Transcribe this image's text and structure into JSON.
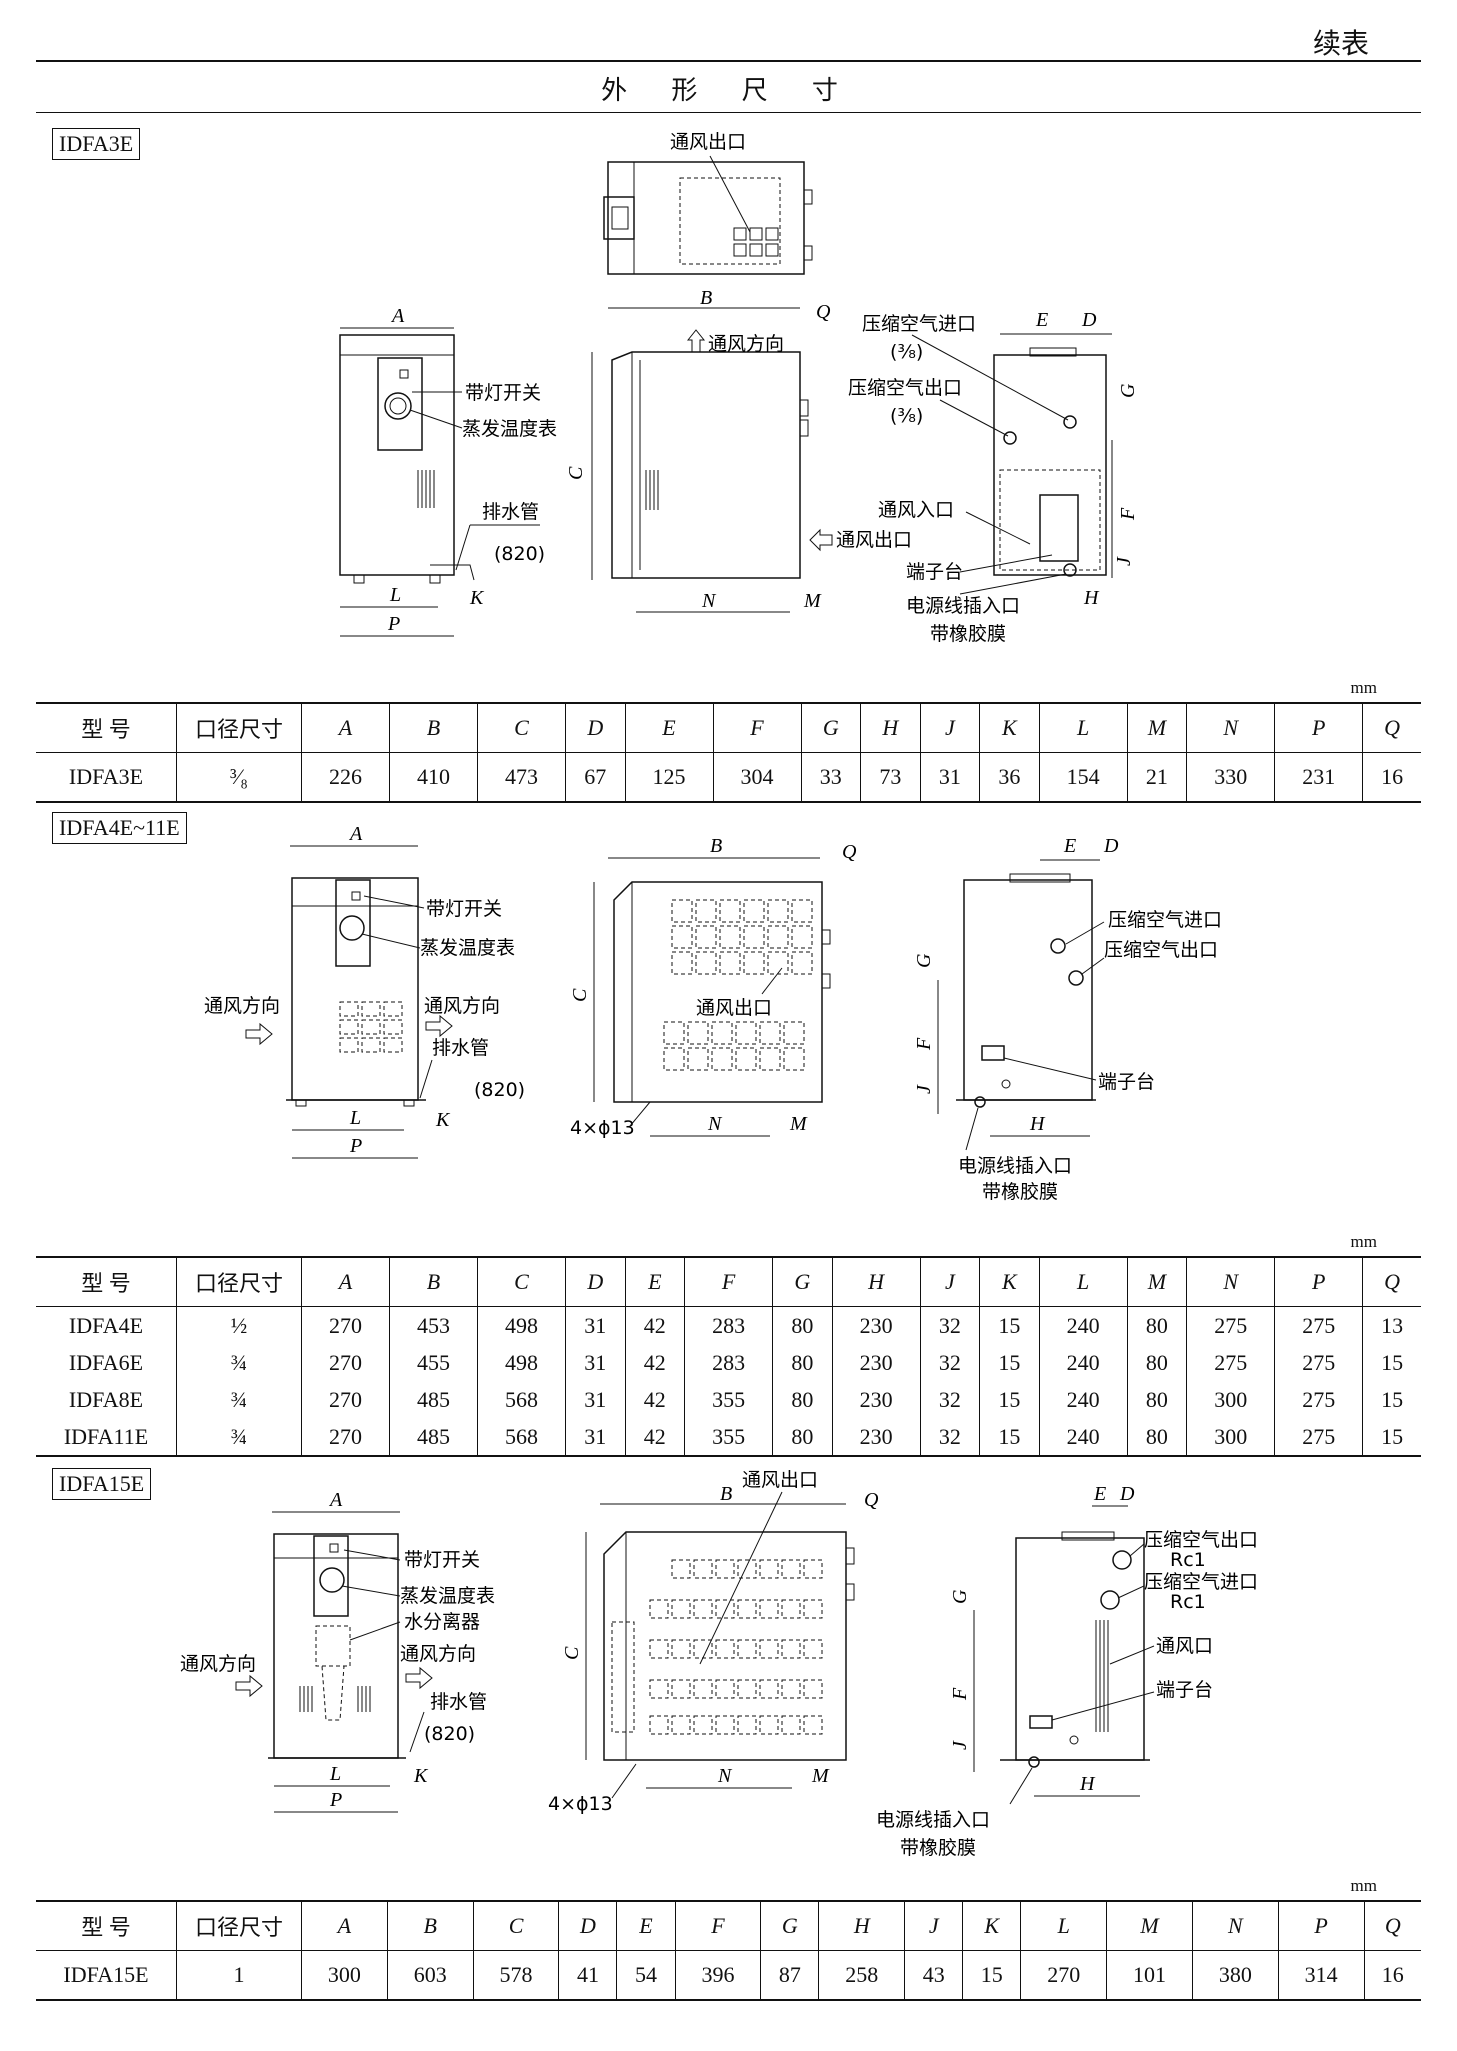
{
  "header": {
    "continued": "续表",
    "section_title": "外 形 尺 寸"
  },
  "unit": "mm",
  "columns": [
    "型 号",
    "口径尺寸",
    "A",
    "B",
    "C",
    "D",
    "E",
    "F",
    "G",
    "H",
    "J",
    "K",
    "L",
    "M",
    "N",
    "P",
    "Q"
  ],
  "groups": [
    {
      "tag": "IDFA3E",
      "labels": {
        "vent_outlet_top": "通风出口",
        "airflow_dir": "通风方向",
        "lamp_switch": "带灯开关",
        "evap_gauge": "蒸发温度表",
        "drain_pipe": "排水管",
        "drain_len": "(820)",
        "air_in": "压缩空气进口",
        "air_in_size": "(³⁄₈)",
        "air_out": "压缩空气出口",
        "air_out_size": "(³⁄₈)",
        "vent_inlet": "通风入口",
        "vent_outlet": "通风出口",
        "terminal": "端子台",
        "power_inlet": "电源线插入口",
        "grommet": "带橡胶膜"
      },
      "rows": [
        [
          "IDFA3E",
          "³⁄₈",
          "226",
          "410",
          "473",
          "67",
          "125",
          "304",
          "33",
          "73",
          "31",
          "36",
          "154",
          "21",
          "330",
          "231",
          "16"
        ]
      ]
    },
    {
      "tag": "IDFA4E~11E",
      "labels": {
        "lamp_switch": "带灯开关",
        "evap_gauge": "蒸发温度表",
        "airflow_dir_left": "通风方向",
        "airflow_dir_right": "通风方向",
        "drain_pipe": "排水管",
        "drain_len": "(820)",
        "vent_outlet": "通风出口",
        "holes": "4×ϕ13",
        "air_in": "压缩空气进口",
        "air_out": "压缩空气出口",
        "terminal": "端子台",
        "power_inlet": "电源线插入口",
        "grommet": "带橡胶膜"
      },
      "rows": [
        [
          "IDFA4E",
          "½",
          "270",
          "453",
          "498",
          "31",
          "42",
          "283",
          "80",
          "230",
          "32",
          "15",
          "240",
          "80",
          "275",
          "275",
          "13"
        ],
        [
          "IDFA6E",
          "¾",
          "270",
          "455",
          "498",
          "31",
          "42",
          "283",
          "80",
          "230",
          "32",
          "15",
          "240",
          "80",
          "275",
          "275",
          "15"
        ],
        [
          "IDFA8E",
          "¾",
          "270",
          "485",
          "568",
          "31",
          "42",
          "355",
          "80",
          "230",
          "32",
          "15",
          "240",
          "80",
          "300",
          "275",
          "15"
        ],
        [
          "IDFA11E",
          "¾",
          "270",
          "485",
          "568",
          "31",
          "42",
          "355",
          "80",
          "230",
          "32",
          "15",
          "240",
          "80",
          "300",
          "275",
          "15"
        ]
      ]
    },
    {
      "tag": "IDFA15E",
      "labels": {
        "vent_outlet": "通风出口",
        "lamp_switch": "带灯开关",
        "evap_gauge": "蒸发温度表",
        "separator": "水分离器",
        "airflow_dir_left": "通风方向",
        "airflow_dir_right": "通风方向",
        "drain_pipe": "排水管",
        "drain_len": "(820)",
        "holes": "4×ϕ13",
        "air_out": "压缩空气出口",
        "air_out_size": "Rc1",
        "air_in": "压缩空气进口",
        "air_in_size": "Rc1",
        "vent_port": "通风口",
        "terminal": "端子台",
        "power_inlet": "电源线插入口",
        "grommet": "带橡胶膜"
      },
      "rows": [
        [
          "IDFA15E",
          "1",
          "300",
          "603",
          "578",
          "41",
          "54",
          "396",
          "87",
          "258",
          "43",
          "15",
          "270",
          "101",
          "380",
          "314",
          "16"
        ]
      ]
    }
  ]
}
